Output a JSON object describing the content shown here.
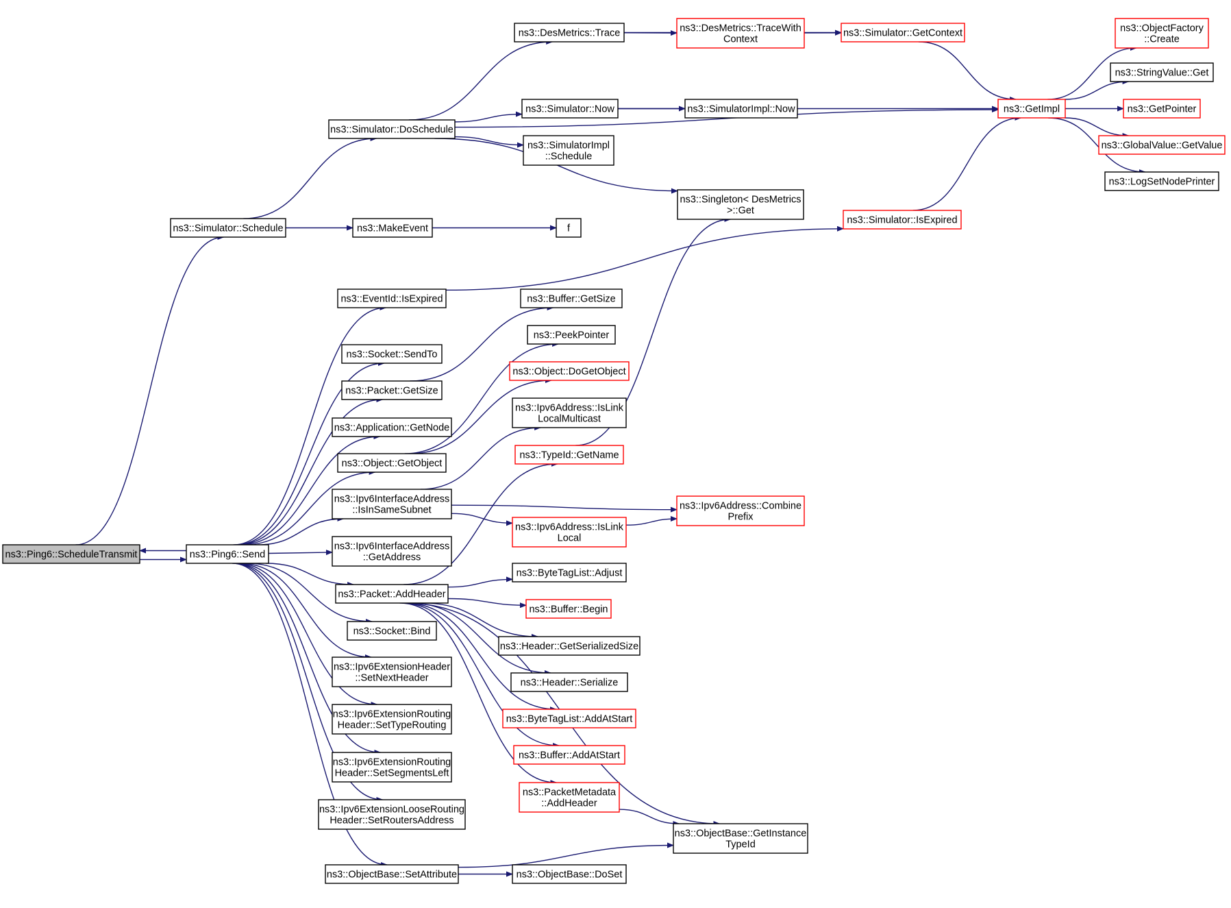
{
  "colors": {
    "edge": "#191970",
    "border_normal": "#000000",
    "border_truncated": "#ff0000",
    "fill_root": "#bfbfbf",
    "fill_normal": "#ffffff"
  },
  "nodes": [
    {
      "id": "schedule_transmit",
      "lines": [
        "ns3::Ping6::ScheduleTransmit"
      ],
      "kind": "root"
    },
    {
      "id": "ping6_send",
      "lines": [
        "ns3::Ping6::Send"
      ],
      "kind": "normal"
    },
    {
      "id": "simulator_schedule",
      "lines": [
        "ns3::Simulator::Schedule"
      ],
      "kind": "normal"
    },
    {
      "id": "simulator_doschedule",
      "lines": [
        "ns3::Simulator::DoSchedule"
      ],
      "kind": "normal"
    },
    {
      "id": "makeevent",
      "lines": [
        "ns3::MakeEvent"
      ],
      "kind": "normal"
    },
    {
      "id": "f",
      "lines": [
        "f"
      ],
      "kind": "normal"
    },
    {
      "id": "desmetrics_trace",
      "lines": [
        "ns3::DesMetrics::Trace"
      ],
      "kind": "normal"
    },
    {
      "id": "desmetrics_tracewithcontext",
      "lines": [
        "ns3::DesMetrics::TraceWith",
        "Context"
      ],
      "kind": "truncated"
    },
    {
      "id": "simulator_getcontext",
      "lines": [
        "ns3::Simulator::GetContext"
      ],
      "kind": "truncated"
    },
    {
      "id": "simulator_now",
      "lines": [
        "ns3::Simulator::Now"
      ],
      "kind": "normal"
    },
    {
      "id": "simulatorimpl_now",
      "lines": [
        "ns3::SimulatorImpl::Now"
      ],
      "kind": "normal"
    },
    {
      "id": "simulatorimpl_schedule",
      "lines": [
        "ns3::SimulatorImpl",
        "::Schedule"
      ],
      "kind": "normal"
    },
    {
      "id": "singleton_get",
      "lines": [
        "ns3::Singleton< DesMetrics",
        " >::Get"
      ],
      "kind": "normal"
    },
    {
      "id": "getimpl",
      "lines": [
        "ns3::GetImpl"
      ],
      "kind": "truncated"
    },
    {
      "id": "objectfactory_create",
      "lines": [
        "ns3::ObjectFactory",
        "::Create"
      ],
      "kind": "truncated"
    },
    {
      "id": "stringvalue_get",
      "lines": [
        "ns3::StringValue::Get"
      ],
      "kind": "normal"
    },
    {
      "id": "getpointer",
      "lines": [
        "ns3::GetPointer"
      ],
      "kind": "truncated"
    },
    {
      "id": "globalvalue_getvalue",
      "lines": [
        "ns3::GlobalValue::GetValue"
      ],
      "kind": "truncated"
    },
    {
      "id": "logsetnodeprinter",
      "lines": [
        "ns3::LogSetNodePrinter"
      ],
      "kind": "normal"
    },
    {
      "id": "simulator_isexpired",
      "lines": [
        "ns3::Simulator::IsExpired"
      ],
      "kind": "truncated"
    },
    {
      "id": "eventid_isexpired",
      "lines": [
        "ns3::EventId::IsExpired"
      ],
      "kind": "normal"
    },
    {
      "id": "socket_sendto",
      "lines": [
        "ns3::Socket::SendTo"
      ],
      "kind": "normal"
    },
    {
      "id": "packet_getsize",
      "lines": [
        "ns3::Packet::GetSize"
      ],
      "kind": "normal"
    },
    {
      "id": "application_getnode",
      "lines": [
        "ns3::Application::GetNode"
      ],
      "kind": "normal"
    },
    {
      "id": "object_getobject",
      "lines": [
        "ns3::Object::GetObject"
      ],
      "kind": "normal"
    },
    {
      "id": "ipv6ifaddr_isinsamesubnet",
      "lines": [
        "ns3::Ipv6InterfaceAddress",
        "::IsInSameSubnet"
      ],
      "kind": "normal"
    },
    {
      "id": "ipv6ifaddr_getaddress",
      "lines": [
        "ns3::Ipv6InterfaceAddress",
        "::GetAddress"
      ],
      "kind": "normal"
    },
    {
      "id": "packet_addheader",
      "lines": [
        "ns3::Packet::AddHeader"
      ],
      "kind": "normal"
    },
    {
      "id": "socket_bind",
      "lines": [
        "ns3::Socket::Bind"
      ],
      "kind": "normal"
    },
    {
      "id": "ipv6exthdr_setnextheader",
      "lines": [
        "ns3::Ipv6ExtensionHeader",
        "::SetNextHeader"
      ],
      "kind": "normal"
    },
    {
      "id": "ipv6extrouting_settyperouting",
      "lines": [
        "ns3::Ipv6ExtensionRouting",
        "Header::SetTypeRouting"
      ],
      "kind": "normal"
    },
    {
      "id": "ipv6extrouting_setsegmentsleft",
      "lines": [
        "ns3::Ipv6ExtensionRouting",
        "Header::SetSegmentsLeft"
      ],
      "kind": "normal"
    },
    {
      "id": "ipv6extloose_setroutersaddress",
      "lines": [
        "ns3::Ipv6ExtensionLooseRouting",
        "Header::SetRoutersAddress"
      ],
      "kind": "normal"
    },
    {
      "id": "objectbase_setattribute",
      "lines": [
        "ns3::ObjectBase::SetAttribute"
      ],
      "kind": "normal"
    },
    {
      "id": "buffer_getsize",
      "lines": [
        "ns3::Buffer::GetSize"
      ],
      "kind": "normal"
    },
    {
      "id": "peekpointer",
      "lines": [
        "ns3::PeekPointer"
      ],
      "kind": "normal"
    },
    {
      "id": "object_dogetobject",
      "lines": [
        "ns3::Object::DoGetObject"
      ],
      "kind": "truncated"
    },
    {
      "id": "ipv6addr_islinklocalmulticast",
      "lines": [
        "ns3::Ipv6Address::IsLink",
        "LocalMulticast"
      ],
      "kind": "normal"
    },
    {
      "id": "typeid_getname",
      "lines": [
        "ns3::TypeId::GetName"
      ],
      "kind": "truncated"
    },
    {
      "id": "ipv6addr_combineprefix",
      "lines": [
        "ns3::Ipv6Address::Combine",
        "Prefix"
      ],
      "kind": "truncated"
    },
    {
      "id": "ipv6addr_islinklocal",
      "lines": [
        "ns3::Ipv6Address::IsLink",
        "Local"
      ],
      "kind": "truncated"
    },
    {
      "id": "bytetaglist_adjust",
      "lines": [
        "ns3::ByteTagList::Adjust"
      ],
      "kind": "normal"
    },
    {
      "id": "buffer_begin",
      "lines": [
        "ns3::Buffer::Begin"
      ],
      "kind": "truncated"
    },
    {
      "id": "header_getserializedsize",
      "lines": [
        "ns3::Header::GetSerializedSize"
      ],
      "kind": "normal"
    },
    {
      "id": "header_serialize",
      "lines": [
        "ns3::Header::Serialize"
      ],
      "kind": "normal"
    },
    {
      "id": "bytetaglist_addatstart",
      "lines": [
        "ns3::ByteTagList::AddAtStart"
      ],
      "kind": "truncated"
    },
    {
      "id": "buffer_addatstart",
      "lines": [
        "ns3::Buffer::AddAtStart"
      ],
      "kind": "truncated"
    },
    {
      "id": "packetmetadata_addheader",
      "lines": [
        "ns3::PacketMetadata",
        "::AddHeader"
      ],
      "kind": "truncated"
    },
    {
      "id": "objectbase_getinstancetypeid",
      "lines": [
        "ns3::ObjectBase::GetInstance",
        "TypeId"
      ],
      "kind": "normal"
    },
    {
      "id": "objectbase_doset",
      "lines": [
        "ns3::ObjectBase::DoSet"
      ],
      "kind": "normal"
    }
  ],
  "edges": [
    [
      "schedule_transmit",
      "ping6_send"
    ],
    [
      "ping6_send",
      "schedule_transmit"
    ],
    [
      "schedule_transmit",
      "simulator_schedule"
    ],
    [
      "simulator_schedule",
      "simulator_doschedule"
    ],
    [
      "simulator_schedule",
      "makeevent"
    ],
    [
      "makeevent",
      "f"
    ],
    [
      "simulator_doschedule",
      "desmetrics_trace"
    ],
    [
      "simulator_doschedule",
      "getimpl"
    ],
    [
      "simulator_doschedule",
      "simulator_now"
    ],
    [
      "simulator_doschedule",
      "simulatorimpl_schedule"
    ],
    [
      "simulator_doschedule",
      "singleton_get"
    ],
    [
      "desmetrics_trace",
      "simulator_getcontext"
    ],
    [
      "desmetrics_trace",
      "desmetrics_tracewithcontext"
    ],
    [
      "desmetrics_tracewithcontext",
      "simulator_getcontext"
    ],
    [
      "simulator_getcontext",
      "getimpl"
    ],
    [
      "simulator_now",
      "simulatorimpl_now"
    ],
    [
      "simulator_now",
      "getimpl"
    ],
    [
      "getimpl",
      "objectfactory_create"
    ],
    [
      "getimpl",
      "stringvalue_get"
    ],
    [
      "getimpl",
      "getpointer"
    ],
    [
      "getimpl",
      "globalvalue_getvalue"
    ],
    [
      "getimpl",
      "logsetnodeprinter"
    ],
    [
      "simulator_isexpired",
      "getimpl"
    ],
    [
      "eventid_isexpired",
      "simulator_isexpired"
    ],
    [
      "ping6_send",
      "eventid_isexpired"
    ],
    [
      "ping6_send",
      "socket_sendto"
    ],
    [
      "ping6_send",
      "packet_getsize"
    ],
    [
      "ping6_send",
      "application_getnode"
    ],
    [
      "ping6_send",
      "object_getobject"
    ],
    [
      "ping6_send",
      "ipv6ifaddr_isinsamesubnet"
    ],
    [
      "ping6_send",
      "ipv6ifaddr_getaddress"
    ],
    [
      "ping6_send",
      "packet_addheader"
    ],
    [
      "ping6_send",
      "socket_bind"
    ],
    [
      "ping6_send",
      "ipv6exthdr_setnextheader"
    ],
    [
      "ping6_send",
      "ipv6extrouting_settyperouting"
    ],
    [
      "ping6_send",
      "ipv6extrouting_setsegmentsleft"
    ],
    [
      "ping6_send",
      "ipv6extloose_setroutersaddress"
    ],
    [
      "ping6_send",
      "objectbase_setattribute"
    ],
    [
      "packet_getsize",
      "buffer_getsize"
    ],
    [
      "object_getobject",
      "peekpointer"
    ],
    [
      "object_getobject",
      "object_dogetobject"
    ],
    [
      "ipv6ifaddr_isinsamesubnet",
      "ipv6addr_islinklocalmulticast"
    ],
    [
      "ipv6ifaddr_isinsamesubnet",
      "ipv6addr_combineprefix"
    ],
    [
      "ipv6ifaddr_isinsamesubnet",
      "ipv6addr_islinklocal"
    ],
    [
      "ipv6addr_islinklocal",
      "ipv6addr_combineprefix"
    ],
    [
      "typeid_getname",
      "singleton_get"
    ],
    [
      "packet_addheader",
      "typeid_getname"
    ],
    [
      "packet_addheader",
      "bytetaglist_adjust"
    ],
    [
      "packet_addheader",
      "buffer_begin"
    ],
    [
      "packet_addheader",
      "header_getserializedsize"
    ],
    [
      "packet_addheader",
      "header_serialize"
    ],
    [
      "packet_addheader",
      "bytetaglist_addatstart"
    ],
    [
      "packet_addheader",
      "buffer_addatstart"
    ],
    [
      "packet_addheader",
      "packetmetadata_addheader"
    ],
    [
      "packet_addheader",
      "objectbase_getinstancetypeid"
    ],
    [
      "packetmetadata_addheader",
      "objectbase_getinstancetypeid"
    ],
    [
      "objectbase_setattribute",
      "objectbase_doset"
    ],
    [
      "objectbase_setattribute",
      "objectbase_getinstancetypeid"
    ]
  ]
}
